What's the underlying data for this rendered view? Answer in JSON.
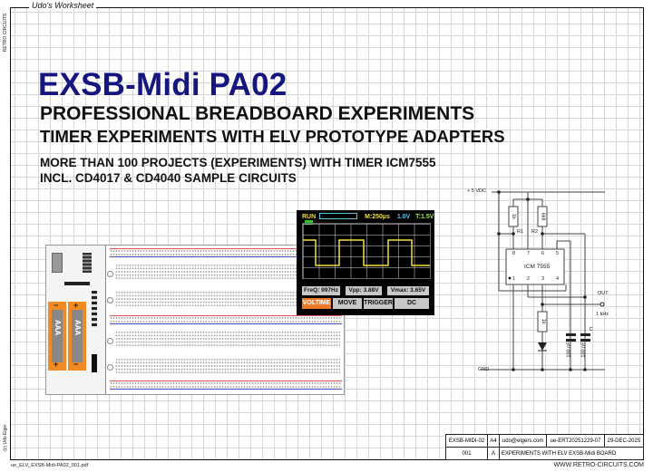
{
  "sheet": {
    "worksheet_label": "Udo's Worksheet",
    "side_label_top": "RETRO CIRCUITS",
    "side_label_bottom": "(c) Udo Elger"
  },
  "heading": {
    "title": "EXSB-Midi PA02",
    "subtitle1": "PROFESSIONAL BREADBOARD EXPERIMENTS",
    "subtitle2": "TIMER EXPERIMENTS WITH ELV PROTOTYPE ADAPTERS",
    "subtitle3": "MORE THAN 100 PROJECTS (EXPERIMENTS) WITH TIMER ICM7555",
    "subtitle4": "INCL. CD4017 & CD4040 SAMPLE CIRCUITS"
  },
  "board": {
    "battery_label": "AAA",
    "plus": "+",
    "minus": "−"
  },
  "oscilloscope": {
    "status": "RUN",
    "timebase": "M:250µs",
    "volts_div": "1.0V",
    "trigger": "T:1.5V",
    "measurements": [
      "FreQ: 997Hz",
      "Vpp: 3.88V",
      "Vmax: 3.65V"
    ],
    "buttons": [
      "VOLTIME",
      "MOVE",
      "TRIGGER",
      "DC"
    ],
    "active_button": "VOLTIME",
    "colors": {
      "trace": "#f0e040",
      "status": "#f0e040",
      "volts": "#60c0e0",
      "trig": "#a0e060",
      "battery": "#30c030",
      "active": "#f07a2a"
    }
  },
  "schematic": {
    "supply": "+ 5 VDC",
    "gnd": "GND",
    "r1_value": "1k",
    "r1_label": "R1",
    "r2_value": "6k8",
    "r2_label": "R2",
    "ic_name": "ICM 7555",
    "pins_top": [
      "8",
      "7",
      "6",
      "5"
    ],
    "pins_bottom": [
      "1",
      "2",
      "3",
      "4"
    ],
    "out_label": "OUT",
    "freq_label": "1 kHz",
    "led_res": "1k",
    "cap1": "100 nF",
    "cap2": "100 nF",
    "c_label": "C"
  },
  "title_block": {
    "row1": [
      "EXSB-MIDI-02",
      "A4",
      "udo@elgers.com",
      "ue-ERT20251229-07",
      "29-DEC-2025"
    ],
    "row2": [
      "001",
      "A",
      "EXPERIMENTS WITH ELV EXSB-Midi BOARD"
    ]
  },
  "footer": {
    "filename": "ue_ELV_EXSB-Midi-PA02_001.pdf",
    "website": "WWW.RETRO-CIRCUITS.COM"
  }
}
